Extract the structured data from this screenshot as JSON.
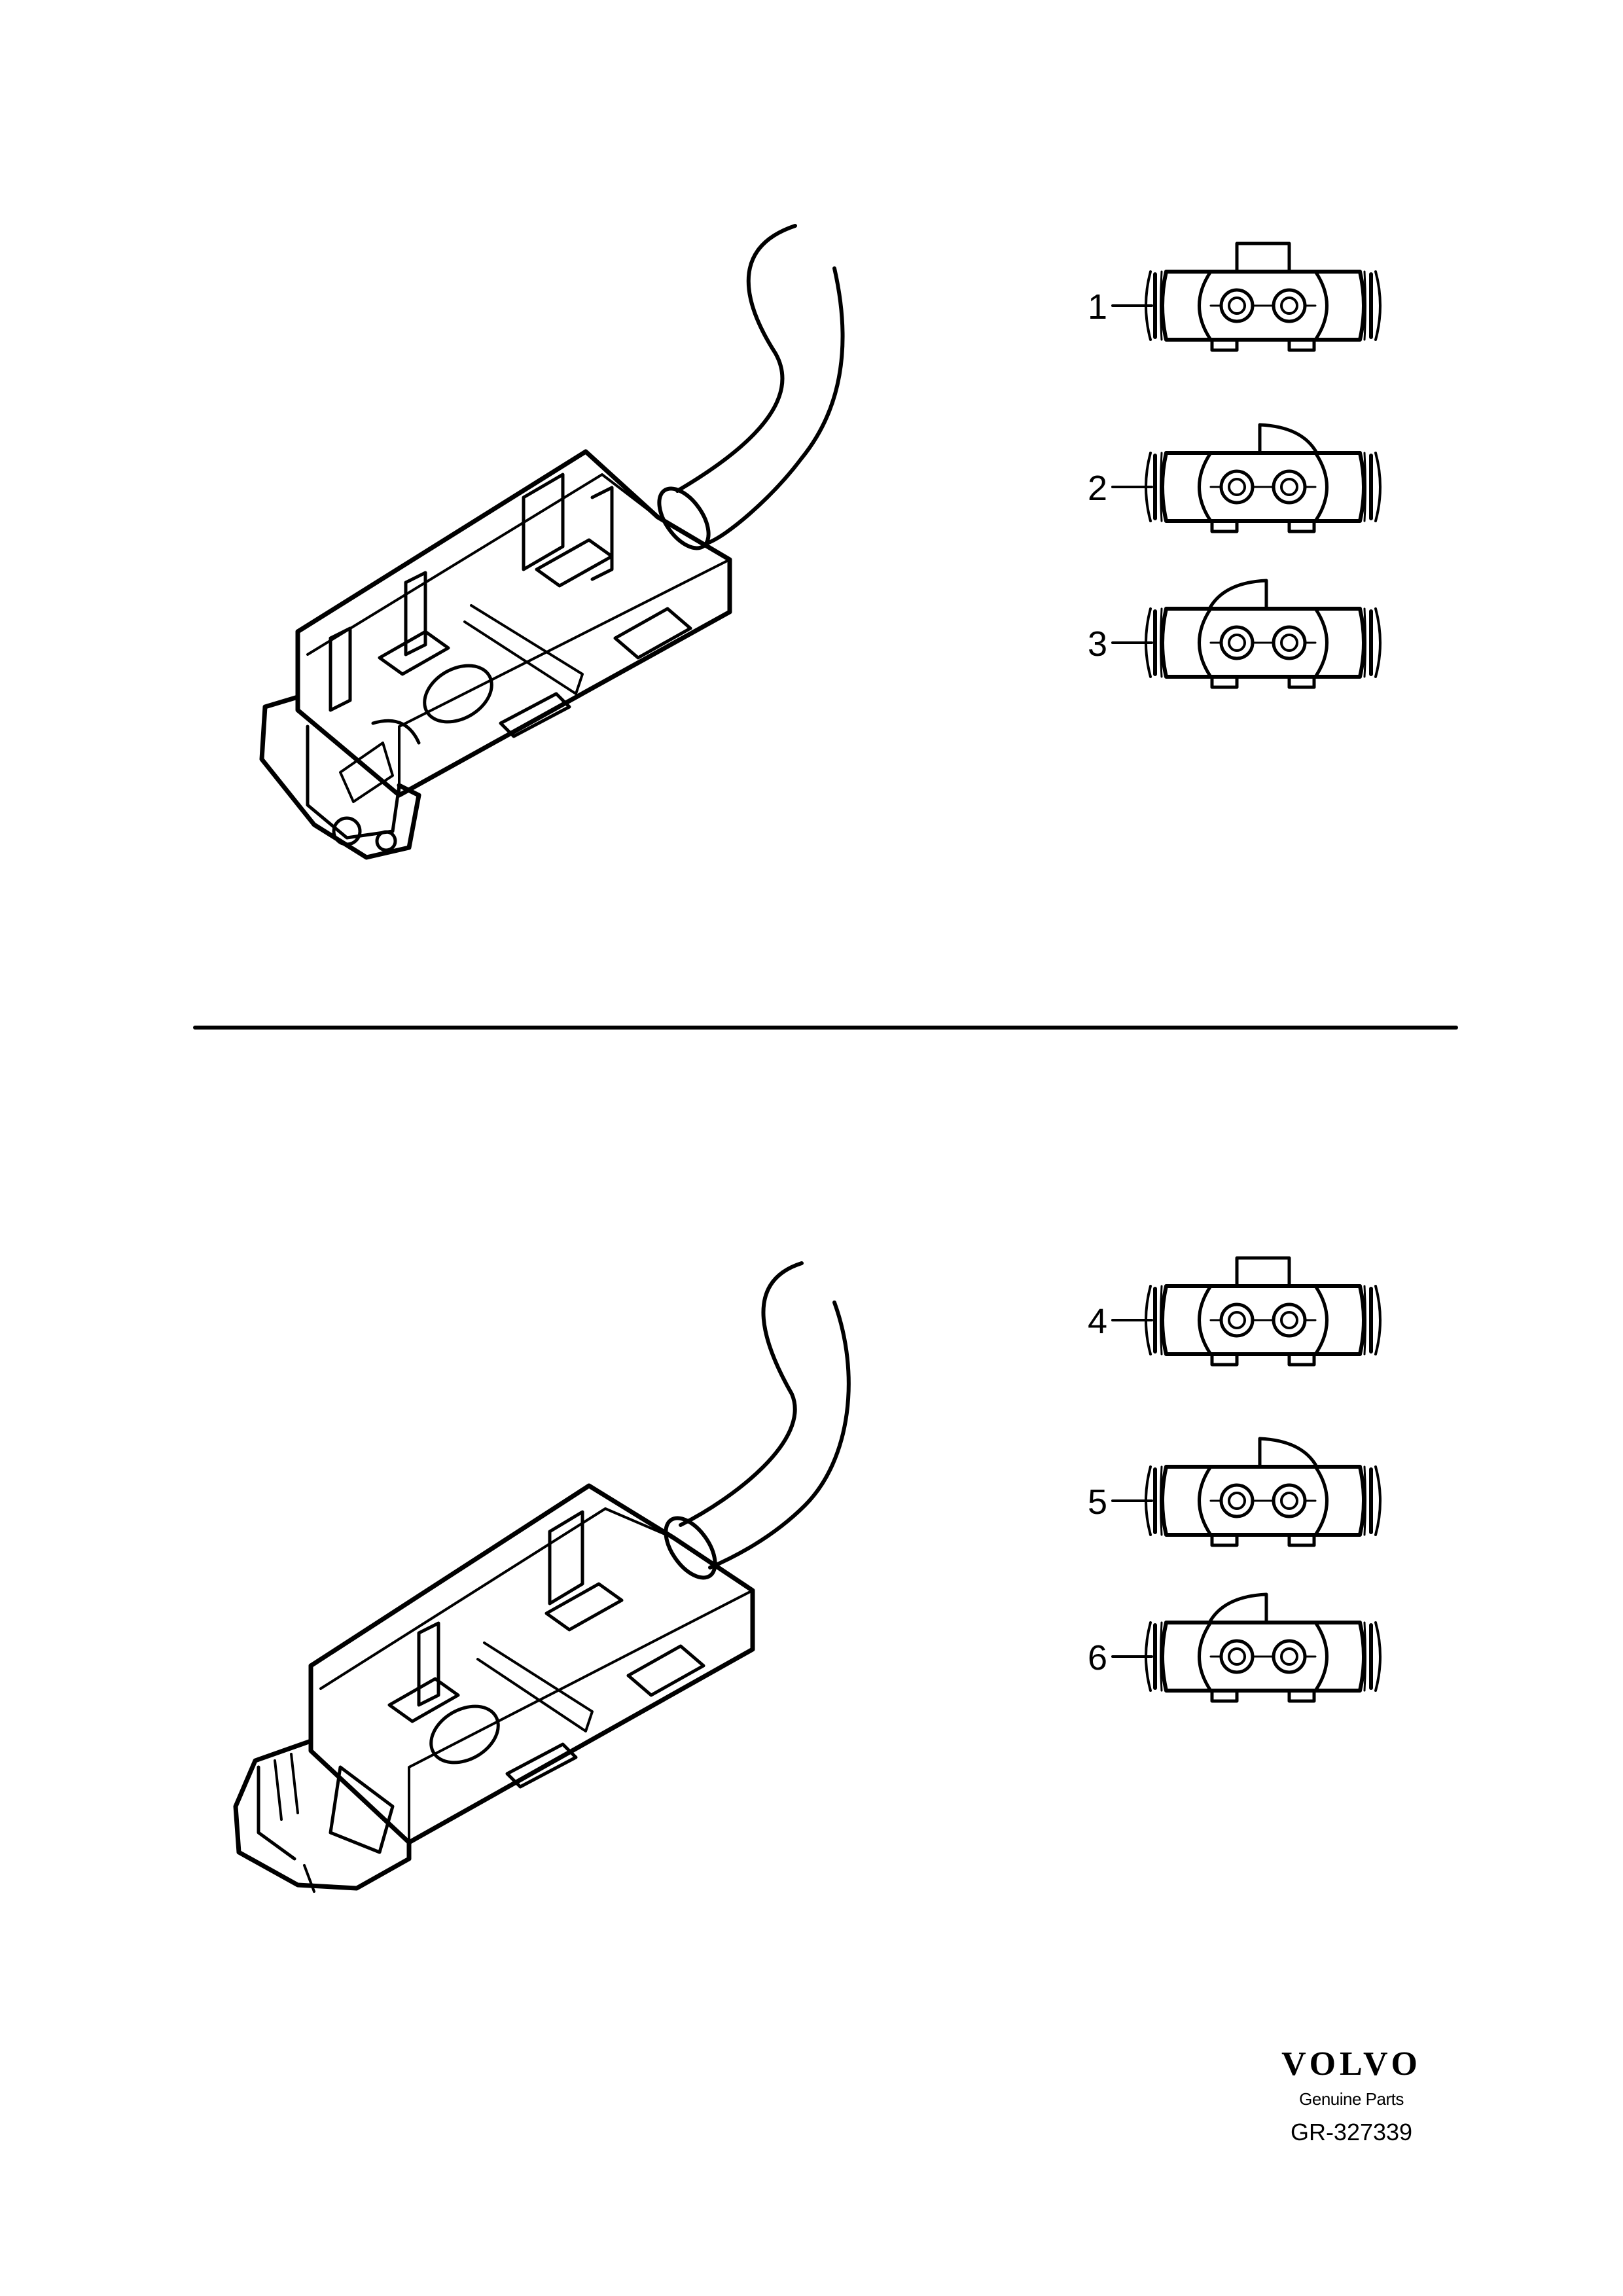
{
  "callouts": [
    "1",
    "2",
    "3",
    "4",
    "5",
    "6"
  ],
  "brand": {
    "logo": "VOLVO",
    "tagline": "Genuine Parts",
    "code": "GR-327339"
  }
}
